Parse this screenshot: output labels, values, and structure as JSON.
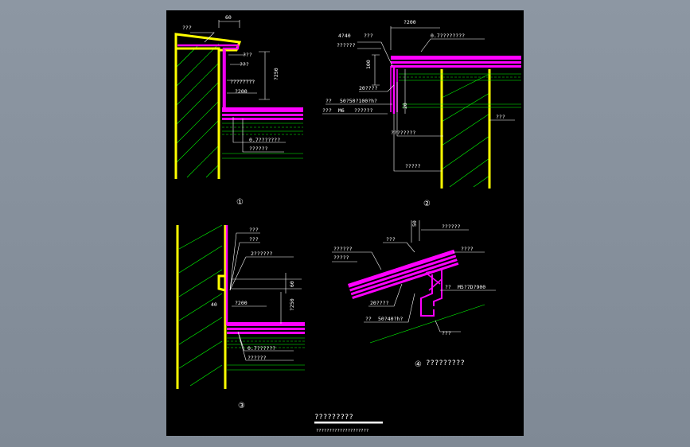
{
  "sheet": {
    "title": "?????????",
    "subtitle": "????????????????????"
  },
  "detail1": {
    "number": "①",
    "labels": {
      "top_left": "???",
      "dim_60": "60",
      "l1": "???",
      "l2": "???",
      "l3": "????????",
      "dim_250": "?250",
      "dim_200": "?200",
      "l4": "0.7???????",
      "l5": "??????"
    }
  },
  "detail2": {
    "number": "②",
    "labels": {
      "dim_200": "?200",
      "l1": "0.7????????",
      "l2": "4?40",
      "l3": "???",
      "l4": "??????",
      "dim_100": "100",
      "l5": "20????",
      "l6": "??",
      "l7": "50?50?100?h?",
      "l8": "???",
      "l9": "M6",
      "l10": "??????",
      "dim_20": "20",
      "l11": "????????",
      "l12": "???",
      "l13": "?????"
    }
  },
  "detail3": {
    "number": "③",
    "labels": {
      "l1": "???",
      "l2": "???",
      "l3": "2??????",
      "dim_60": "60",
      "dim_40": "40",
      "dim_200": "?200",
      "dim_250": "?250",
      "l4": "0.7??????",
      "l5": "??????"
    }
  },
  "detail4": {
    "number": "④",
    "caption": "?????????",
    "labels": {
      "dim_50": "50",
      "l1": "??????",
      "l2": "???",
      "l3": "??????",
      "l4": "?????",
      "l5": "????",
      "l6": "??",
      "l7": "M5?7D?900",
      "l8": "20????",
      "l9": "??",
      "l10": "50?40?h?",
      "l11": "???"
    }
  },
  "colors": {
    "background": "#000000",
    "wall": "#ffff00",
    "panel": "#ff00ff",
    "insulation": "#00ff00",
    "annotation": "#ffffff"
  }
}
